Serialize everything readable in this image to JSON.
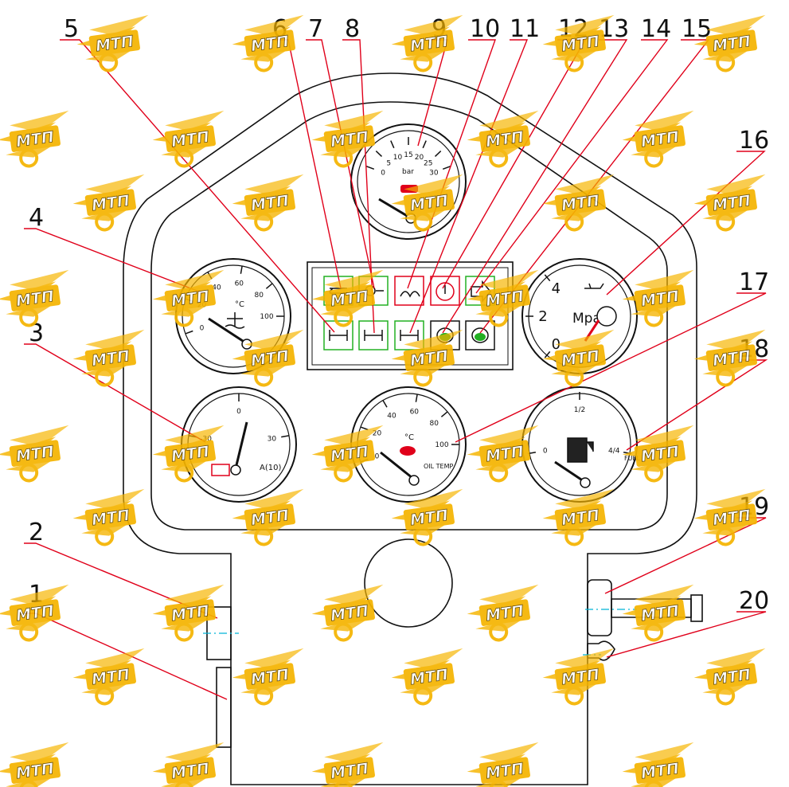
{
  "diagram": {
    "callouts": [
      "1",
      "2",
      "3",
      "4",
      "5",
      "6",
      "7",
      "8",
      "9",
      "10",
      "11",
      "12",
      "13",
      "14",
      "15",
      "16",
      "17",
      "18",
      "19",
      "20"
    ],
    "watermark": "МТП",
    "colors": {
      "outline": "#111111",
      "leader": "#e0001a",
      "indicator": "#22b022",
      "warning": "#e0001a",
      "centerline": "#00b4d8",
      "watermark": "#f5b400"
    }
  },
  "gauges": {
    "pressure": {
      "ticks": [
        "0",
        "5",
        "10",
        "15",
        "20",
        "25",
        "30"
      ],
      "unit": "bar"
    },
    "temp_left": {
      "ticks": [
        "0",
        "20",
        "40",
        "60",
        "80",
        "100"
      ],
      "unit": "°C"
    },
    "ammeter": {
      "ticks": [
        "-30",
        "0",
        "30"
      ],
      "unit": "A(10)"
    },
    "temp_center": {
      "ticks": [
        "0",
        "20",
        "40",
        "60",
        "80",
        "100"
      ],
      "unit": "°C",
      "sub": "OIL TEMP"
    },
    "fuel": {
      "ticks": [
        "0",
        "1/2",
        "4/4"
      ],
      "unit": "FUEL"
    },
    "oil": {
      "ticks": [
        "0",
        "2",
        "4"
      ],
      "unit": "Mpa"
    }
  }
}
